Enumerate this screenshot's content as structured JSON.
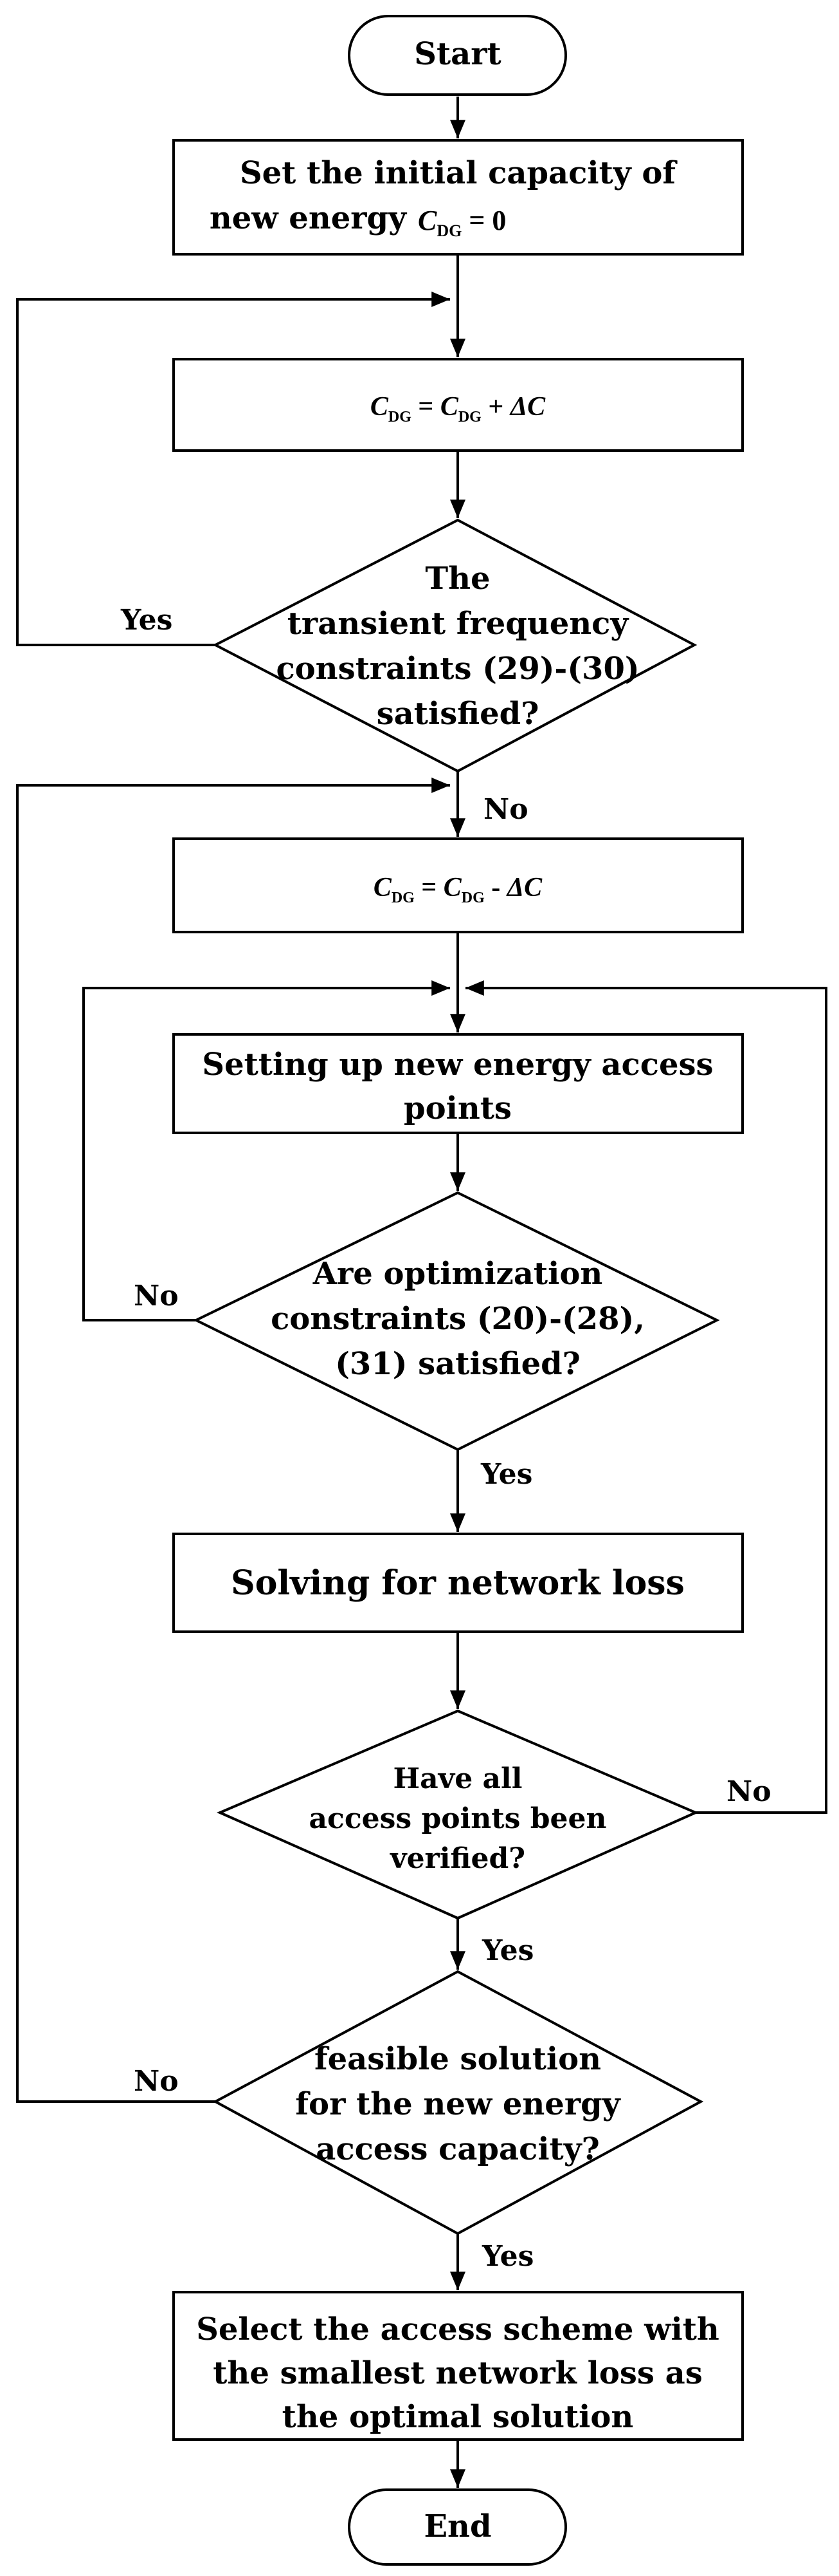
{
  "nodes": {
    "start": {
      "label": "Start"
    },
    "init": {
      "line1": "Set the initial capacity of",
      "line2": "new energy",
      "math_var": "C",
      "math_sub": "DG",
      "math_rest": " = 0"
    },
    "increase": {
      "var": "C",
      "sub": "DG",
      "op": "ΔC",
      "sign": " + "
    },
    "transient": {
      "lines": [
        "The",
        "transient frequency",
        "constraints (29)-(30)",
        "satisfied?"
      ]
    },
    "decrease": {
      "var": "C",
      "sub": "DG",
      "op": "ΔC",
      "sign": " - "
    },
    "access_points": {
      "lines": [
        "Setting up new energy access",
        "points"
      ]
    },
    "optimization": {
      "lines": [
        "Are optimization",
        "constraints (20)-(28),",
        "(31) satisfied?"
      ]
    },
    "network_loss": {
      "label": "Solving for network loss"
    },
    "all_verified": {
      "lines": [
        "Have all",
        "access points been",
        "verified?"
      ]
    },
    "feasible": {
      "lines": [
        "feasible solution",
        "for the new energy",
        "access capacity?"
      ]
    },
    "select": {
      "lines": [
        "Select the access scheme with",
        "the smallest network loss as",
        "the optimal solution"
      ]
    },
    "end": {
      "label": "End"
    }
  },
  "edge_labels": {
    "transient_yes": "Yes",
    "transient_no": "No",
    "optimization_no": "No",
    "optimization_yes": "Yes",
    "verified_no": "No",
    "verified_yes": "Yes",
    "feasible_no": "No",
    "feasible_yes": "Yes"
  }
}
